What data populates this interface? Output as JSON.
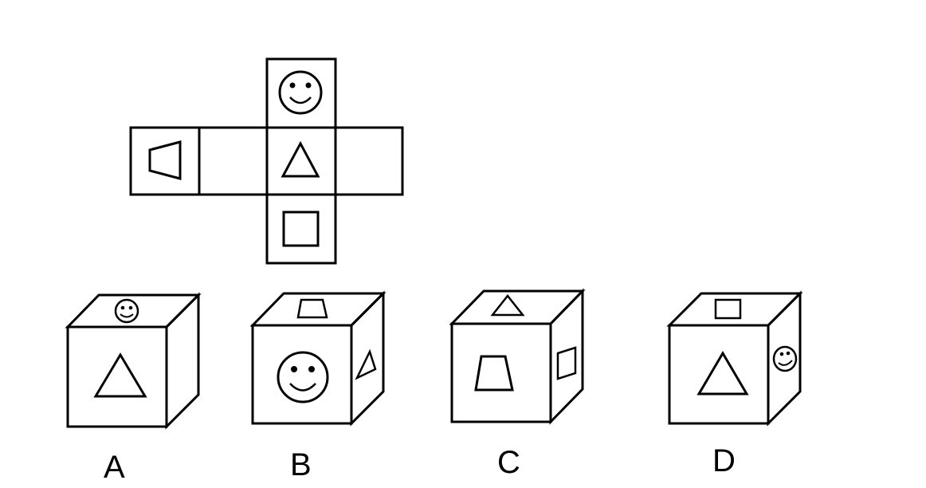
{
  "net": {
    "faces": [
      {
        "id": "top",
        "symbol": "smiley-icon"
      },
      {
        "id": "left-far",
        "symbol": "trapezoid-icon"
      },
      {
        "id": "left",
        "symbol": "blank"
      },
      {
        "id": "center",
        "symbol": "triangle-icon"
      },
      {
        "id": "right",
        "symbol": "blank"
      },
      {
        "id": "bottom",
        "symbol": "square-icon"
      }
    ]
  },
  "options": [
    {
      "label": "A",
      "top": "smiley-icon",
      "front": "triangle-icon",
      "side": "blank"
    },
    {
      "label": "B",
      "top": "trapezoid-icon",
      "front": "smiley-icon",
      "side": "triangle-icon"
    },
    {
      "label": "C",
      "top": "triangle-icon",
      "front": "trapezoid-icon",
      "side": "square-icon"
    },
    {
      "label": "D",
      "top": "square-icon",
      "front": "triangle-icon",
      "side": "smiley-icon"
    }
  ],
  "colors": {
    "stroke": "#000000",
    "background": "#ffffff"
  }
}
